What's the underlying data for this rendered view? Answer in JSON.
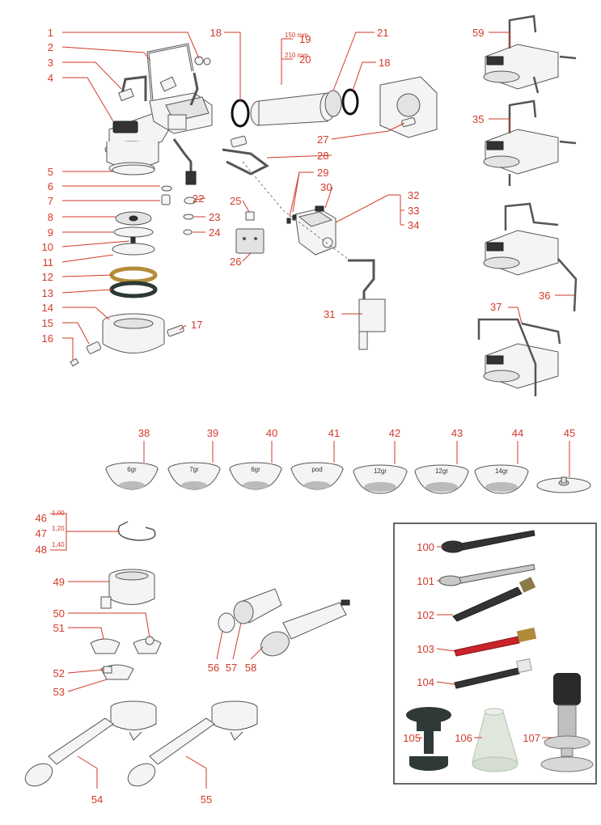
{
  "callouts": {
    "c1": "1",
    "c2": "2",
    "c3": "3",
    "c4": "4",
    "c5": "5",
    "c6": "6",
    "c7": "7",
    "c8": "8",
    "c9": "9",
    "c10": "10",
    "c11": "11",
    "c12": "12",
    "c13": "13",
    "c14": "14",
    "c15": "15",
    "c16": "16",
    "c17": "17",
    "c18a": "18",
    "c18b": "18",
    "c19": "19",
    "c20": "20",
    "c21": "21",
    "c22": "22",
    "c23": "23",
    "c24": "24",
    "c25": "25",
    "c26": "26",
    "c27": "27",
    "c28": "28",
    "c29": "29",
    "c30": "30",
    "c31": "31",
    "c32": "32",
    "c33": "33",
    "c34": "34",
    "c35": "35",
    "c36": "36",
    "c37": "37",
    "c38": "38",
    "c39": "39",
    "c40": "40",
    "c41": "41",
    "c42": "42",
    "c43": "43",
    "c44": "44",
    "c45": "45",
    "c46": "46",
    "c47": "47",
    "c48": "48",
    "c49": "49",
    "c50": "50",
    "c51": "51",
    "c52": "52",
    "c53": "53",
    "c54": "54",
    "c55": "55",
    "c56": "56",
    "c57": "57",
    "c58": "58",
    "c59": "59",
    "c100": "100",
    "c101": "101",
    "c102": "102",
    "c103": "103",
    "c104": "104",
    "c105": "105",
    "c106": "106",
    "c107": "107"
  },
  "pipe_lengths": {
    "p19": "150 mm",
    "p20": "210 mm"
  },
  "gasket_thickness": {
    "t46": "1,00",
    "t47": "1,20",
    "t48": "1,40"
  },
  "baskets": [
    "6gr",
    "7gr",
    "6gr",
    "pod",
    "12gr",
    "12gr",
    "14gr"
  ],
  "colors": {
    "callout": "#d23a2a",
    "line_art": "#555555",
    "tool_box_border": "#333333",
    "brush_red": "#c8242a"
  }
}
